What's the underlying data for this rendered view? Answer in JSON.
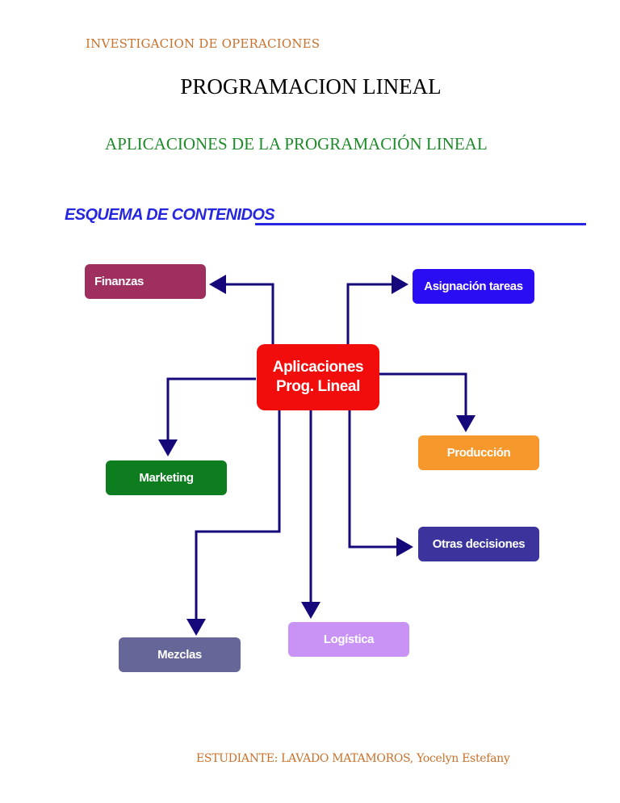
{
  "header": {
    "course": "INVESTIGACION DE OPERACIONES",
    "title": "PROGRAMACION LINEAL",
    "subtitle": "APLICACIONES DE LA PROGRAMACIÓN LINEAL"
  },
  "schema": {
    "heading": "ESQUEMA DE CONTENIDOS",
    "center": {
      "line1": "Aplicaciones",
      "line2": "Prog. Lineal",
      "color": "#f20d0d"
    },
    "nodes": [
      {
        "label": "Finanzas",
        "color": "#9e2f5e"
      },
      {
        "label": "Asignación tareas",
        "color": "#2a0df2"
      },
      {
        "label": "Marketing",
        "color": "#0d7d20"
      },
      {
        "label": "Producción",
        "color": "#f7982c"
      },
      {
        "label": "Otras decisiones",
        "color": "#3c349c"
      },
      {
        "label": "Logística",
        "color": "#c993f5"
      },
      {
        "label": "Mezclas",
        "color": "#676699"
      }
    ],
    "connector_color": "#14087a"
  },
  "footer": {
    "student": "ESTUDIANTE: LAVADO MATAMOROS, Yocelyn Estefany"
  }
}
